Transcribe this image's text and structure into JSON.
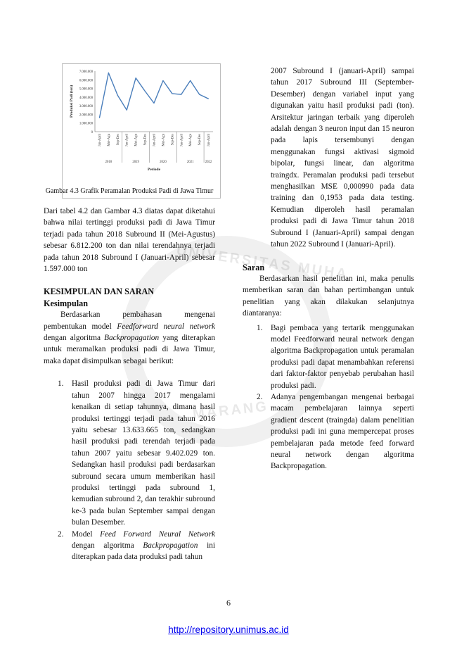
{
  "figure": {
    "caption": "Gambar 4.3 Grafik Peramalan Produksi Padi di Jawa Timur"
  },
  "chart_data": {
    "type": "line",
    "ylabel": "Produksi Padi (ton)",
    "xlabel": "Periode",
    "ylim": [
      0,
      7000000
    ],
    "yticks": [
      "0",
      "1.000.000",
      "2.000.000",
      "3.000.000",
      "4.000.000",
      "5.000.000",
      "6.000.000",
      "7.000.000"
    ],
    "categories": [
      "Jan-April",
      "Mei-Agu",
      "Sep-Des",
      "Jan-April",
      "Mei-Agu",
      "Sep-Des",
      "Jan-April",
      "Mei-Agu",
      "Sep-Des",
      "Jan-April",
      "Mei-Agu",
      "Sep-Des",
      "Jan-April"
    ],
    "year_groups": [
      {
        "label": "2018",
        "start": 0,
        "end": 2
      },
      {
        "label": "2019",
        "start": 3,
        "end": 5
      },
      {
        "label": "2020",
        "start": 6,
        "end": 8
      },
      {
        "label": "2021",
        "start": 9,
        "end": 11
      },
      {
        "label": "2022",
        "start": 12,
        "end": 12
      }
    ],
    "series": [
      {
        "values": [
          1600000,
          6800000,
          4200000,
          2500000,
          6200000,
          4700000,
          3300000,
          5900000,
          4400000,
          4300000,
          5900000,
          4300000,
          3800000
        ]
      }
    ],
    "color": "#4a7ebb",
    "grid": false
  },
  "left": {
    "para1": "Dari tabel 4.2 dan Gambar 4.3 diatas dapat diketahui bahwa nilai tertinggi produksi padi di Jawa Timur terjadi pada tahun 2018 Subround II (Mei-Agustus) sebesar 6.812.200 ton dan nilai terendahnya terjadi pada tahun 2018 Subround I (Januari-April) sebesar 1.597.000 ton",
    "heading_main": "KESIMPULAN DAN SARAN",
    "heading_sub": "Kesimpulan",
    "para2_a": "Berdasarkan pembahasan mengenai pembentukan model ",
    "para2_em1": "Feedforward neural network",
    "para2_b": " dengan algoritma ",
    "para2_em2": "Backpropagation",
    "para2_c": " yang diterapkan untuk meramalkan produksi padi di Jawa Timur, maka dapat disimpulkan sebagai berikut:",
    "item1_num": "1.",
    "item1": "Hasil produksi padi di Jawa Timur dari tahun 2007 hingga 2017 mengalami kenaikan di setiap tahunnya, dimana hasil produksi tertinggi terjadi pada tahun 2016 yaitu sebesar 13.633.665 ton, sedangkan hasil produksi padi terendah terjadi pada tahun 2007 yaitu sebesar 9.402.029 ton. Sedangkan hasil produksi padi berdasarkan subround secara umum memberikan hasil produksi tertinggi pada subround 1, kemudian subround 2, dan terakhir subround ke-3 pada bulan September sampai dengan bulan Desember.",
    "item2_num": "2.",
    "item2_a": "Model ",
    "item2_em1": "Feed Forward Neural Network",
    "item2_b": " dengan algoritma ",
    "item2_em2": "Backpropagation",
    "item2_c": " ini diterapkan pada data produksi padi tahun"
  },
  "right": {
    "cont": "2007 Subround I (januari-April) sampai tahun 2017 Subround III (September-Desember) dengan variabel input yang digunakan yaitu hasil produksi padi (ton). Arsitektur jaringan terbaik yang diperoleh adalah dengan 3 neuron input dan 15 neuron pada lapis tersembunyi dengan menggunakan fungsi aktivasi sigmoid bipolar, fungsi linear, dan algoritma traingdx. Peramalan produksi padi tersebut menghasilkan MSE 0,000990 pada data training dan 0,1953 pada data testing. Kemudian diperoleh hasil peramalan produksi padi di Jawa Timur tahun 2018 Subround I (Januari-April) sampai dengan tahun 2022 Subround I (Januari-April).",
    "heading": "Saran",
    "para": "Berdasarkan hasil penelitian ini, maka penulis memberikan saran dan bahan pertimbangan untuk penelitian yang akan dilakukan selanjutnya diantaranya:",
    "item1_num": "1.",
    "item1": "Bagi pembaca yang tertarik menggunakan model Feedforward neural network dengan algoritma Backpropagation untuk peramalan produksi padi dapat menambahkan referensi dari faktor-faktor penyebab perubahan hasil produksi padi.",
    "item2_num": "2.",
    "item2": "Adanya pengembangan mengenai berbagai macam pembelajaran lainnya seperti gradient descent (traingda) dalam penelitian produksi padi ini guna mempercepat proses pembelajaran pada metode feed forward neural network dengan algoritma Backpropagation."
  },
  "watermark": {
    "top": "UNIVERSITAS MUHAMMADIYAH",
    "bottom": "SEMARANG"
  },
  "page_number": "6",
  "footer_url": "http://repository.unimus.ac.id"
}
